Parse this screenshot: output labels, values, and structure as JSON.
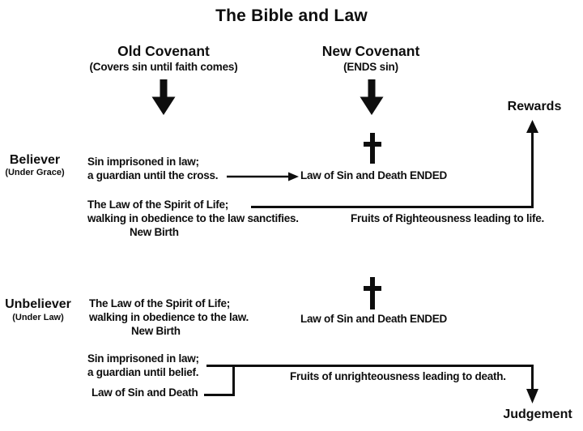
{
  "title": "The Bible and Law",
  "covenants": {
    "old": {
      "heading": "Old Covenant",
      "note": "(Covers sin until faith comes)"
    },
    "new": {
      "heading": "New Covenant",
      "note": "(ENDS sin)"
    }
  },
  "believer": {
    "label": "Believer",
    "status": "(Under Grace)",
    "imprisoned_line1": "Sin imprisoned in law;",
    "imprisoned_line2": "a guardian until the cross.",
    "law_ended": "Law of Sin and Death ENDED",
    "spirit_line1": "The Law of the Spirit of Life;",
    "spirit_line2": "walking in obedience to the law sanctifies.",
    "new_birth": "New Birth",
    "fruits": "Fruits of Righteousness leading to life.",
    "outcome": "Rewards"
  },
  "unbeliever": {
    "label": "Unbeliever",
    "status": "(Under Law)",
    "spirit_line1": "The Law of the Spirit of Life;",
    "spirit_line2": "walking in obedience to the law.",
    "new_birth": "New Birth",
    "law_ended": "Law of Sin and Death ENDED",
    "imprisoned_line1": "Sin imprisoned in law;",
    "imprisoned_line2": "a guardian until belief.",
    "law_of_sin": "Law of Sin and Death",
    "fruits": "Fruits of unrighteousness leading to death.",
    "outcome": "Judgement"
  },
  "colors": {
    "ink": "#0e0e0e",
    "background": "#ffffff"
  }
}
